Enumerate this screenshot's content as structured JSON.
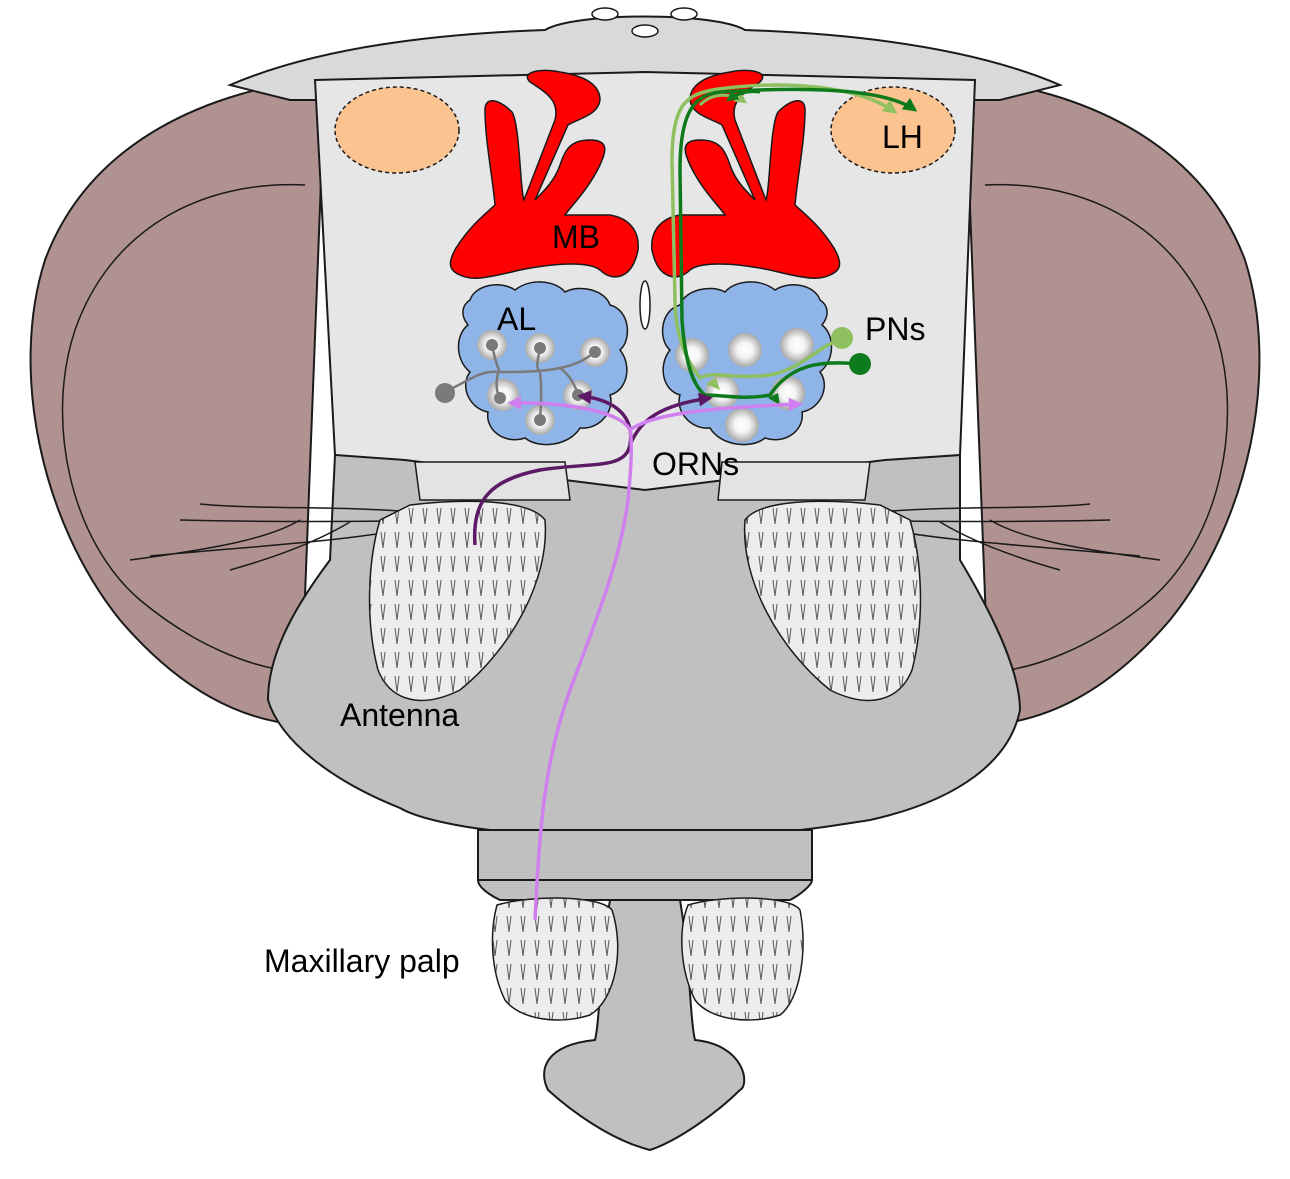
{
  "labels": {
    "mb": "MB",
    "lh": "LH",
    "al": "AL",
    "pns": "PNs",
    "orns": "ORNs",
    "antenna": "Antenna",
    "maxillary_palp": "Maxillary palp"
  },
  "colors": {
    "eye": "#b09390",
    "head_capsule": "#c0c0c0",
    "brain": "#e6e6e6",
    "mushroom_body": "#ff0000",
    "lateral_horn": "#fbc38f",
    "antennal_lobe": "#8fb5e8",
    "local_interneuron": "#7a7a7a",
    "orn_dark": "#5c1a66",
    "orn_light": "#d07fef",
    "pn_dark": "#0e7a1b",
    "pn_light": "#8fc060",
    "appendage": "#ececec",
    "outline": "#1a1a1a"
  }
}
